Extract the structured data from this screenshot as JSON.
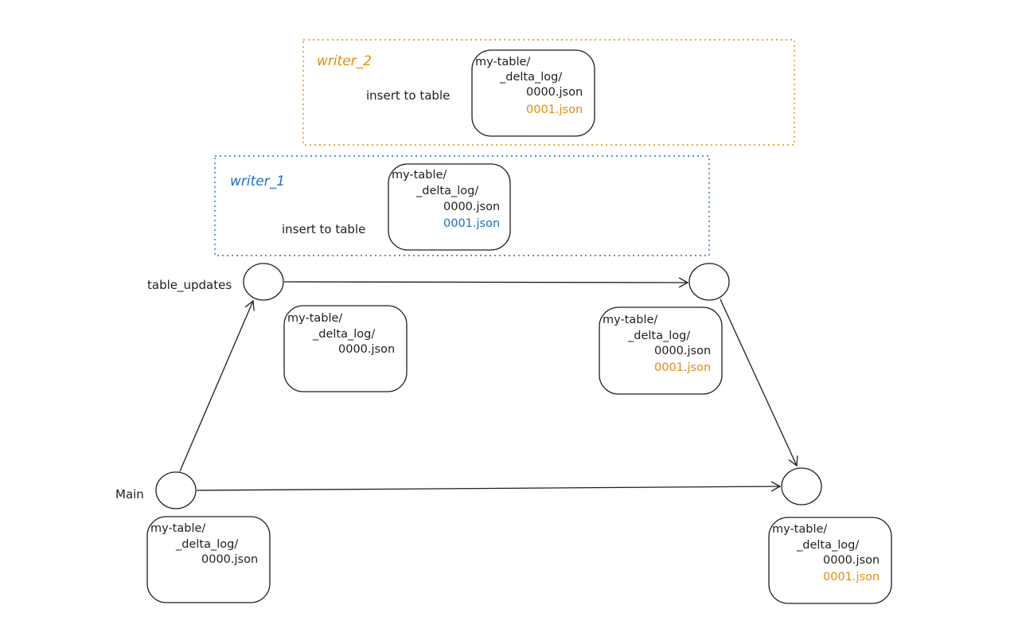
{
  "colors": {
    "ink": "#1e1e1e",
    "writer_1": "#1971c2",
    "writer_2": "#e8890c",
    "background": "#ffffff"
  },
  "writer_2": {
    "title": "writer_2",
    "action": "insert to table",
    "files": {
      "dir": "my-table/",
      "log": "_delta_log/",
      "f0": "0000.json",
      "f1": "0001.json"
    }
  },
  "writer_1": {
    "title": "writer_1",
    "action": "insert to table",
    "files": {
      "dir": "my-table/",
      "log": "_delta_log/",
      "f0": "0000.json",
      "f1": "0001.json"
    }
  },
  "branches": {
    "table_updates": "table_updates",
    "main": "Main"
  },
  "states": {
    "updates_start": {
      "dir": "my-table/",
      "log": "_delta_log/",
      "f0": "0000.json"
    },
    "updates_end": {
      "dir": "my-table/",
      "log": "_delta_log/",
      "f0": "0000.json",
      "f1": "0001.json"
    },
    "main_start": {
      "dir": "my-table/",
      "log": "_delta_log/",
      "f0": "0000.json"
    },
    "main_end": {
      "dir": "my-table/",
      "log": "_delta_log/",
      "f0": "0000.json",
      "f1": "0001.json"
    }
  }
}
